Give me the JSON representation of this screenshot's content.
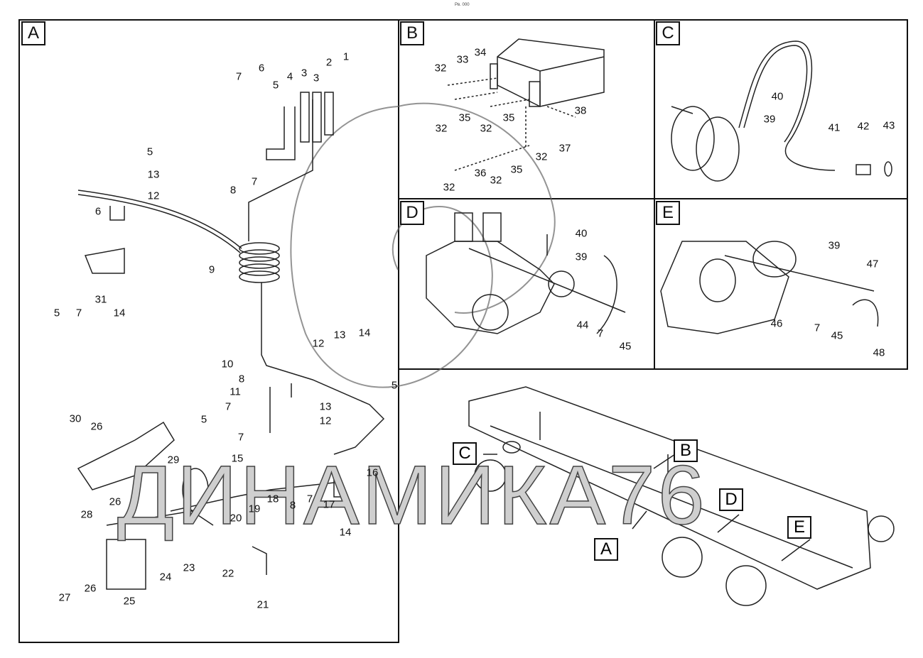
{
  "header": {
    "caption": "Рв. 000"
  },
  "watermark": "ДИНАМИКА76",
  "panels": {
    "A": {
      "label": "A",
      "callouts": [
        "7",
        "6",
        "5",
        "4",
        "3",
        "3",
        "2",
        "1",
        "8",
        "7",
        "5",
        "13",
        "12",
        "6",
        "5",
        "7",
        "31",
        "14",
        "9",
        "10",
        "8",
        "11",
        "7",
        "5",
        "7",
        "15",
        "12",
        "13",
        "14",
        "5",
        "13",
        "12",
        "16",
        "30",
        "26",
        "29",
        "28",
        "26",
        "20",
        "19",
        "18",
        "8",
        "7",
        "17",
        "14",
        "27",
        "26",
        "25",
        "24",
        "23",
        "22",
        "21"
      ]
    },
    "B": {
      "label": "B",
      "callouts": [
        "32",
        "33",
        "34",
        "32",
        "35",
        "32",
        "35",
        "38",
        "32",
        "37",
        "36",
        "35",
        "32",
        "32"
      ]
    },
    "C": {
      "label": "C",
      "callouts": [
        "40",
        "39",
        "41",
        "42",
        "43"
      ]
    },
    "D": {
      "label": "D",
      "callouts": [
        "40",
        "39",
        "44",
        "7",
        "45"
      ]
    },
    "E": {
      "label": "E",
      "callouts": [
        "39",
        "47",
        "46",
        "7",
        "45",
        "48"
      ]
    }
  },
  "overview": {
    "markers": [
      "C",
      "B",
      "D",
      "E",
      "A"
    ]
  }
}
